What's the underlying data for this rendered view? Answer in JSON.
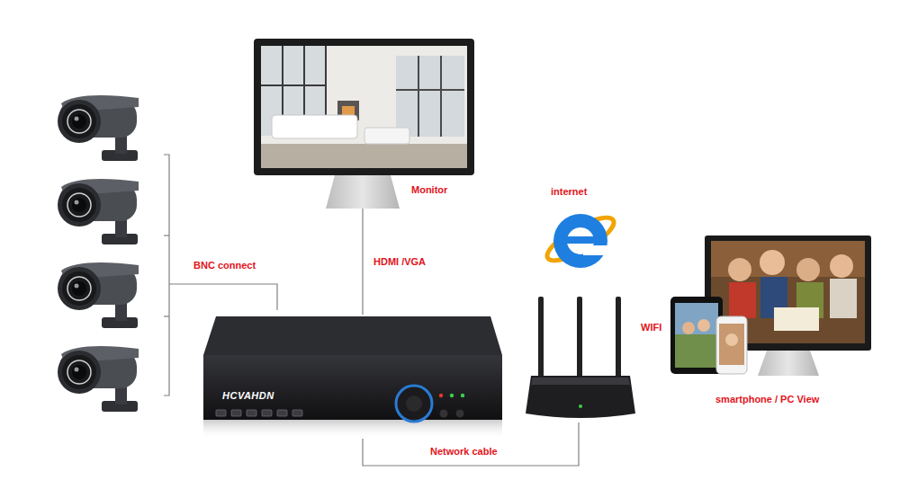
{
  "diagram": {
    "nodes": [
      {
        "text": [
          "Monitor"
        ]
      },
      {
        "text": [
          "HCVAHDN"
        ]
      },
      {
        "text": [
          "internet"
        ]
      },
      {
        "text": [
          "smartphone / PC View"
        ]
      }
    ],
    "edges": [
      {
        "from": 1,
        "to": 0,
        "arrow": "none",
        "label": "HDMI /VGA"
      },
      {
        "from": 1,
        "to": 2,
        "arrow": "none",
        "label": "Network cable"
      }
    ],
    "labels": [
      "BNC connect",
      "WIFI"
    ]
  }
}
